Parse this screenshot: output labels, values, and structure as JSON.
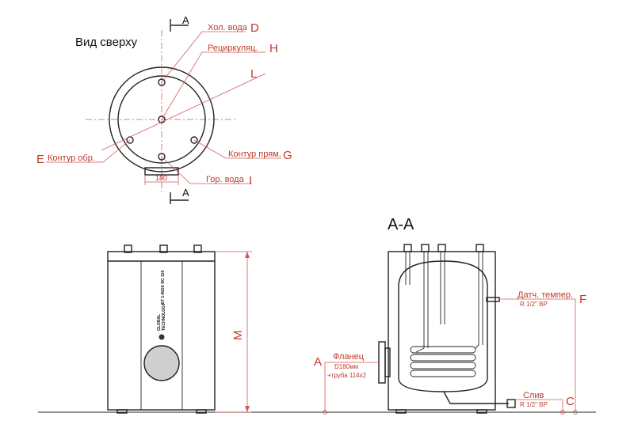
{
  "top_view": {
    "title": "Вид сверху",
    "section_mark_top": "A",
    "section_mark_bottom": "A",
    "cold_water": {
      "text": "Хол. вода",
      "letter": "D"
    },
    "recirculation": {
      "text": "Рециркуляц.",
      "letter": "H"
    },
    "axis_letter": "L",
    "return_circuit": {
      "text": "Контур обр.",
      "letter": "E"
    },
    "flow_circuit": {
      "text": "Контур прям.",
      "letter": "G"
    },
    "hot_water": {
      "text": "Гор. вода",
      "letter": "I"
    },
    "dim_180": "180"
  },
  "front_view": {
    "height_letter": "M",
    "brand_line_1": "GLOBAL",
    "brand_line_2": "TECHNOLOGY",
    "model_text": "GT 1-INOX BC 150"
  },
  "section_view": {
    "title": "A-A",
    "flange": {
      "text": "Фланец",
      "size": "D180мм",
      "pipe": "+труба 114x2",
      "letter": "A"
    },
    "temp_sensor": {
      "text": "Датч. темпер.",
      "thread": "R 1/2\" ВР",
      "letter": "F"
    },
    "drain": {
      "text": "Слив",
      "thread": "R 1/2\" ВР",
      "letter": "C"
    }
  },
  "colors": {
    "ink": "#222222",
    "dimension": "#d05a5a",
    "label": "#c0392b",
    "port_fill": "#cfcfcf"
  }
}
